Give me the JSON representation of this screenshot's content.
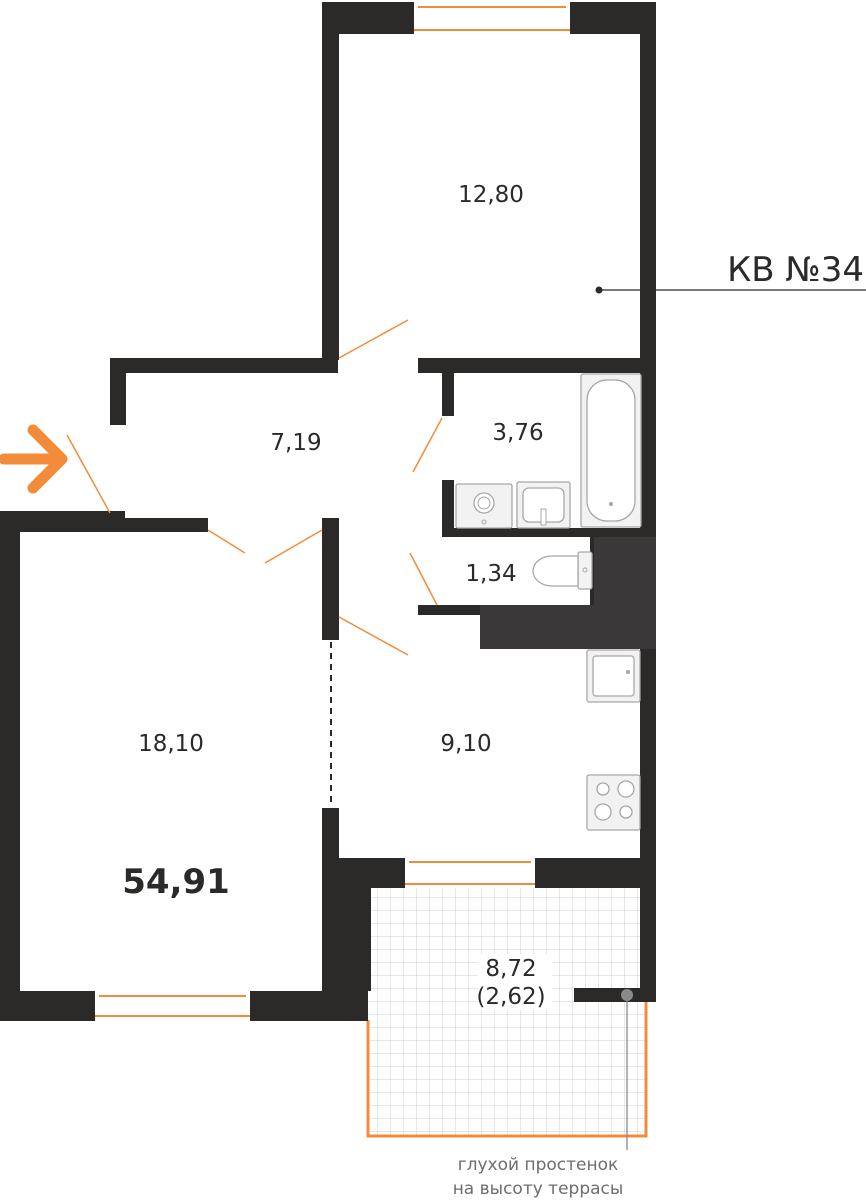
{
  "apartment": {
    "label": "КВ №34",
    "total_area": "54,91"
  },
  "rooms": [
    {
      "id": "bedroom",
      "area": "12,80"
    },
    {
      "id": "hallway",
      "area": "7,19"
    },
    {
      "id": "bathroom",
      "area": "3,76"
    },
    {
      "id": "toilet",
      "area": "1,34"
    },
    {
      "id": "living-room",
      "area": "18,10"
    },
    {
      "id": "kitchen",
      "area": "9,10"
    }
  ],
  "terrace": {
    "area": "8,72",
    "area_reduced": "(2,62)"
  },
  "note": {
    "line1": "глухой простенок",
    "line2": "на высоту террасы"
  },
  "colors": {
    "wall": "#2b2a29",
    "accent": "#f28c3a",
    "fixture_stroke": "#a7a7a7"
  }
}
